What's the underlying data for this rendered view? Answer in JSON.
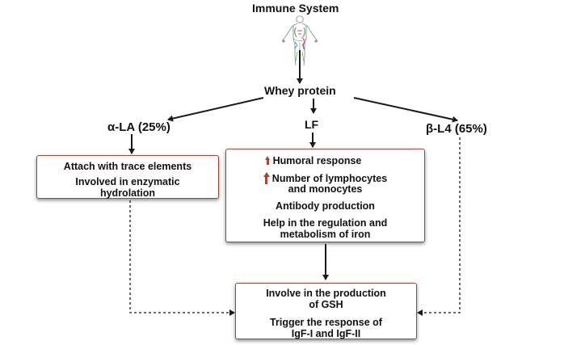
{
  "title": "Immune System",
  "root": "Whey protein",
  "branches": {
    "alpha": {
      "label": "α-LA (25%)",
      "lines": [
        "Attach with trace elements",
        "Involved in enzymatic",
        "hydrolation"
      ]
    },
    "lf": {
      "label": "LF",
      "items": {
        "humoral": "Humoral response",
        "lymph_1": "Number of lymphocytes",
        "lymph_2": "and monocytes",
        "antibody": "Antibody production",
        "iron_1": "Help in the regulation and",
        "iron_2": "metabolism of iron"
      }
    },
    "beta": {
      "label": "β-L4 (65%)"
    }
  },
  "outcome": {
    "lines": [
      "Involve in the production",
      "of GSH",
      "Trigger the response of",
      "IgF-I and IgF-II"
    ]
  },
  "colors": {
    "box_border": "#9b4a3a",
    "arrow": "#1a1a1a",
    "increase_arrow": "#9b4a3a"
  },
  "icons": {
    "human_figure": "human-body-icon",
    "increase": "up-arrow-icon"
  }
}
